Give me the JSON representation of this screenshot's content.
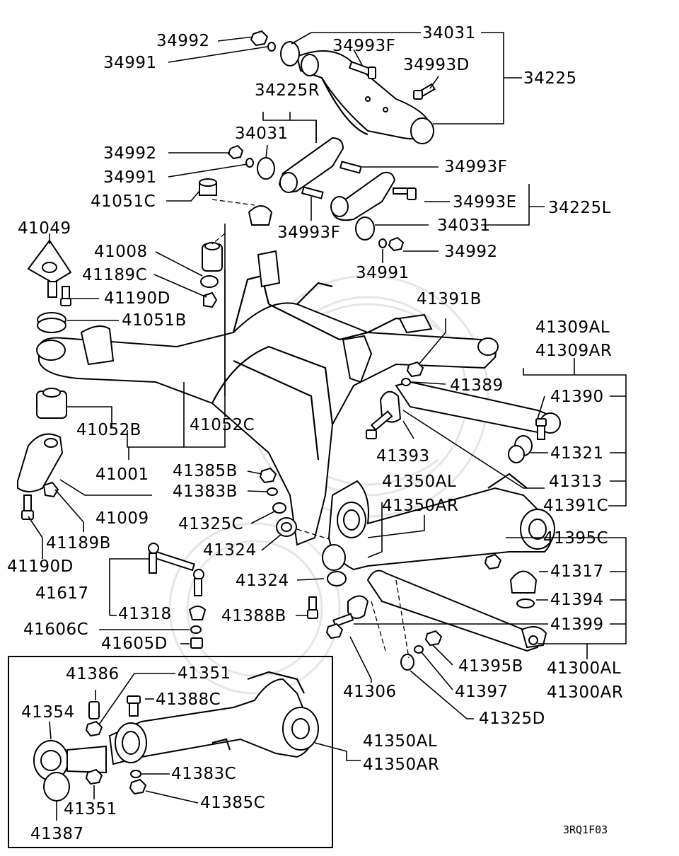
{
  "labels": {
    "p34992_a": "34992",
    "p34991_a": "34991",
    "p34031_a": "34031",
    "p34993F_a": "34993F",
    "p34993D": "34993D",
    "p34225": "34225",
    "p34225R": "34225R",
    "p34031_b": "34031",
    "p34992_b": "34992",
    "p34991_b": "34991",
    "p34993F_b": "34993F",
    "p41051C": "41051C",
    "p34993E": "34993E",
    "p34225L": "34225L",
    "p34993F_c": "34993F",
    "p34031_c": "34031",
    "p41049": "41049",
    "p34992_c": "34992",
    "p41008": "41008",
    "p34991_c": "34991",
    "p41189C": "41189C",
    "p41190D_a": "41190D",
    "p41391B": "41391B",
    "p41051B": "41051B",
    "p41309AL": "41309AL",
    "p41309AR": "41309AR",
    "p41389": "41389",
    "p41390": "41390",
    "p41052B": "41052B",
    "p41052C": "41052C",
    "p41393": "41393",
    "p41321": "41321",
    "p41001": "41001",
    "p41385B": "41385B",
    "p41350AL_a": "41350AL",
    "p41313": "41313",
    "p41383B": "41383B",
    "p41350AR_a": "41350AR",
    "p41391C": "41391C",
    "p41009": "41009",
    "p41325C": "41325C",
    "p41189B": "41189B",
    "p41324_a": "41324",
    "p41395C": "41395C",
    "p41190D_b": "41190D",
    "p41317": "41317",
    "p41324_b": "41324",
    "p41617": "41617",
    "p41394": "41394",
    "p41318": "41318",
    "p41388B": "41388B",
    "p41399": "41399",
    "p41606C": "41606C",
    "p41605D": "41605D",
    "p41395B": "41395B",
    "p41300AL": "41300AL",
    "p41306": "41306",
    "p41397": "41397",
    "p41300AR": "41300AR",
    "p41325D": "41325D",
    "p41386": "41386",
    "p41351_a": "41351",
    "p41388C": "41388C",
    "p41354": "41354",
    "p41350AL_b": "41350AL",
    "p41350AR_b": "41350AR",
    "p41383C": "41383C",
    "p41385C": "41385C",
    "p41351_b": "41351",
    "p41387": "41387"
  },
  "diagram_code": "3RQ1F03"
}
